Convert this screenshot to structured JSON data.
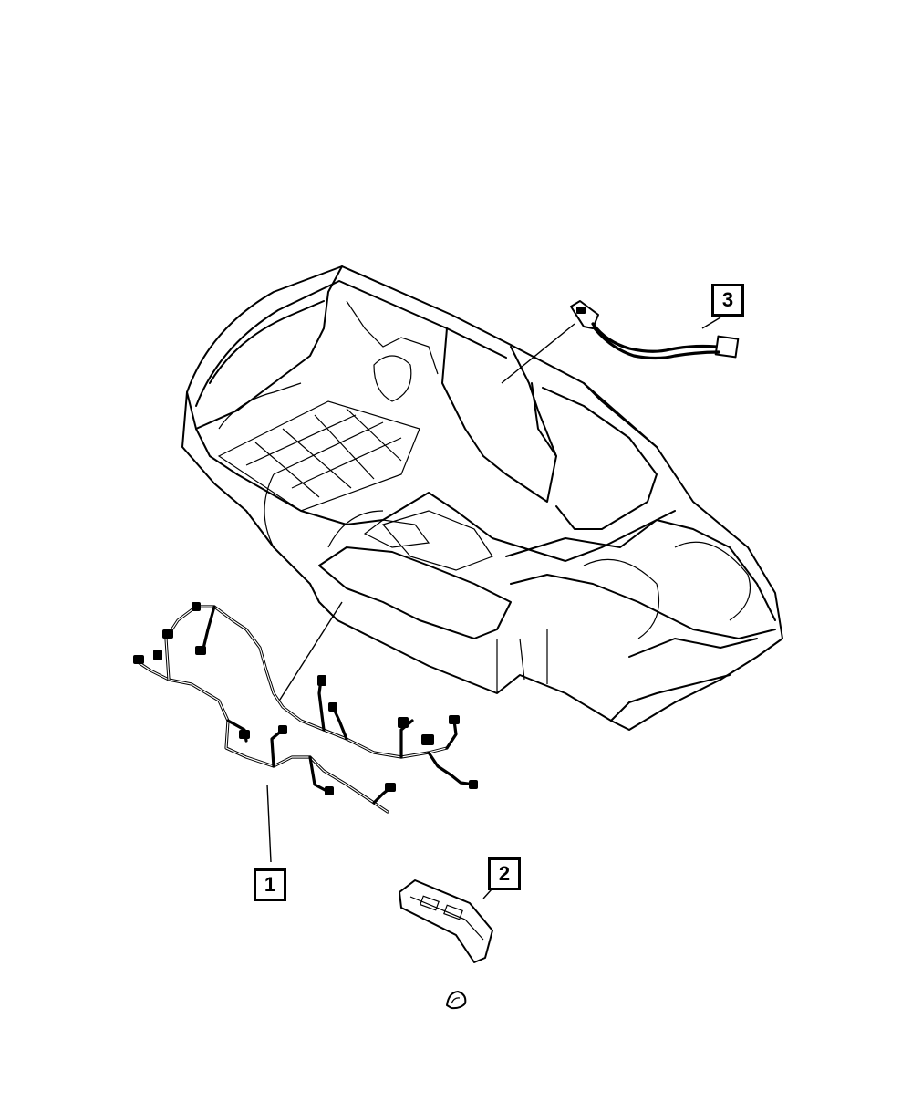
{
  "callouts": [
    {
      "id": "1",
      "label": "1"
    },
    {
      "id": "2",
      "label": "2"
    },
    {
      "id": "3",
      "label": "3"
    }
  ],
  "colors": {
    "line": "#000000",
    "background": "#ffffff"
  },
  "parts": {
    "body": "vehicle-body-icon",
    "harness": "wiring-harness-icon",
    "trim": "harness-cover-trim-icon",
    "jumper": "wiring-jumper-icon",
    "grommet": "grommet-icon"
  }
}
